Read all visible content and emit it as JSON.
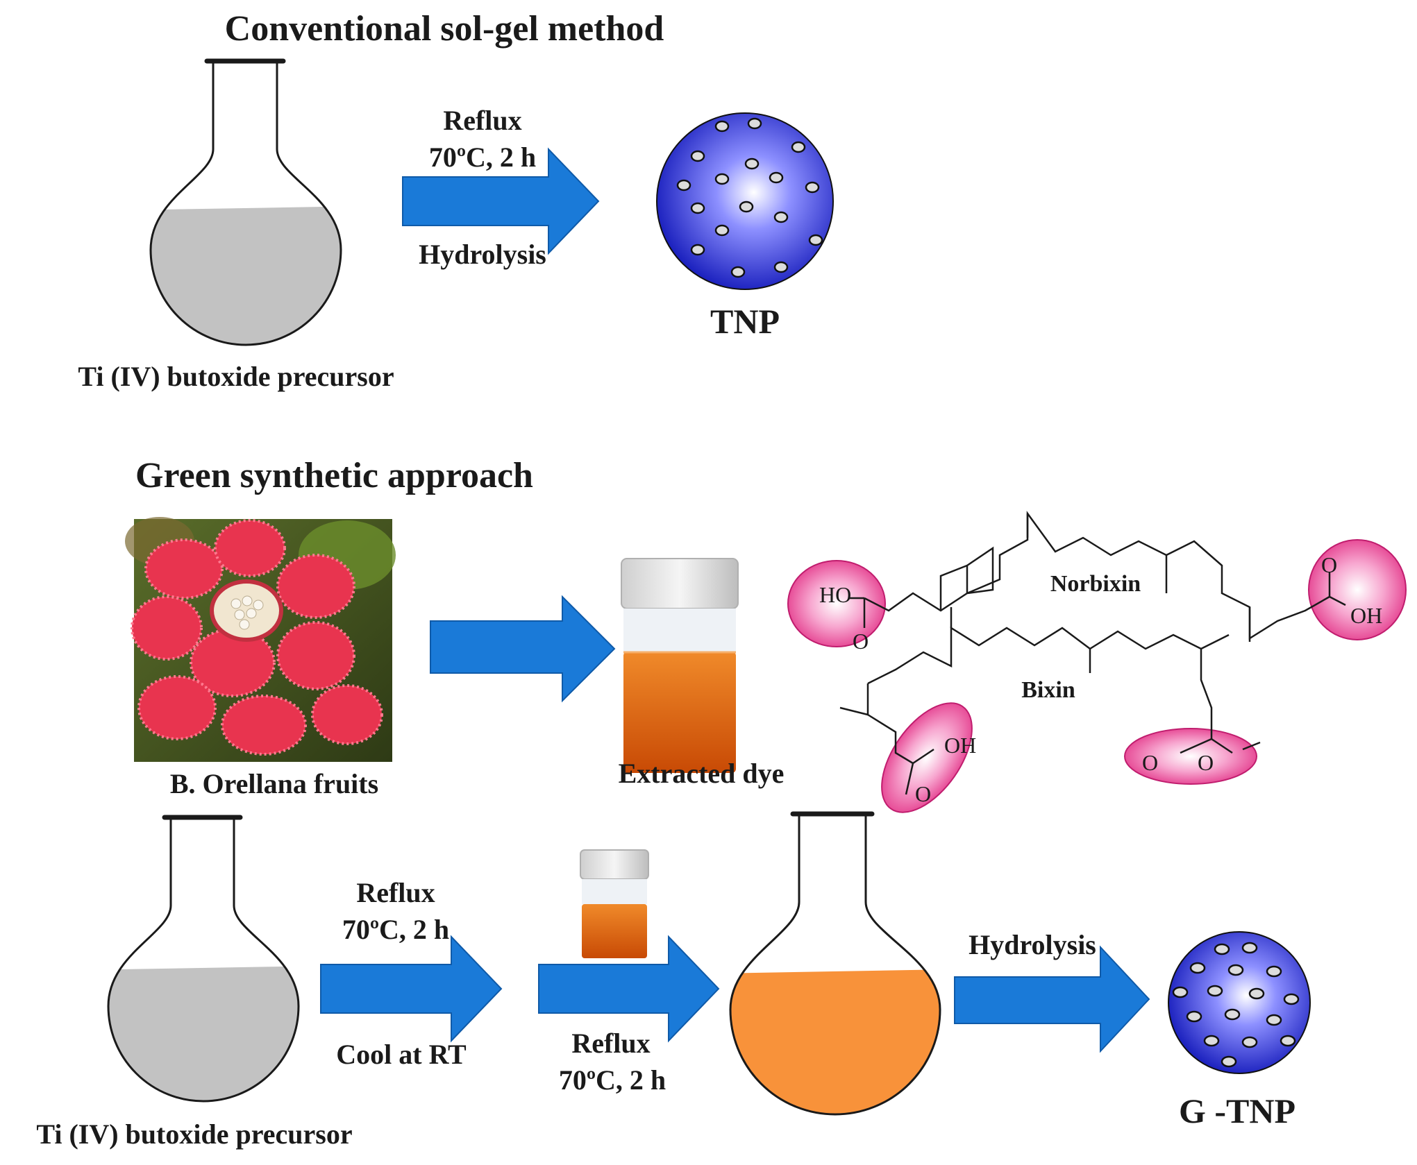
{
  "conventional": {
    "title": "Conventional sol-gel method",
    "precursor_label": "Ti (IV) butoxide precursor",
    "arrow_top_line1": "Reflux",
    "arrow_top_line2": "70ºC, 2 h",
    "arrow_bottom": "Hydrolysis",
    "product_label": "TNP"
  },
  "green": {
    "title": "Green synthetic approach",
    "fruit_label": "B. Orellana  fruits",
    "dye_label": "Extracted dye",
    "norbixin_label": "Norbixin",
    "bixin_label": "Bixin",
    "precursor_label": "Ti (IV) butoxide precursor",
    "step1_top_line1": "Reflux",
    "step1_top_line2": "70ºC, 2 h",
    "step1_bottom": "Cool at RT",
    "step2_bottom_line1": "Reflux",
    "step2_bottom_line2": "70ºC, 2 h",
    "step3_top": "Hydrolysis",
    "product_label": "G -TNP"
  },
  "chem_atoms": {
    "ho": "HO",
    "o": "O",
    "oh": "OH"
  },
  "colors": {
    "arrow": "#1a7ad8",
    "nanoparticle": "#2a2fd0",
    "gray_solution": "#c2c2c2",
    "orange_solution": "#f8923a",
    "dye": "#e06a10",
    "highlight_pink": "#ec2f8f"
  }
}
